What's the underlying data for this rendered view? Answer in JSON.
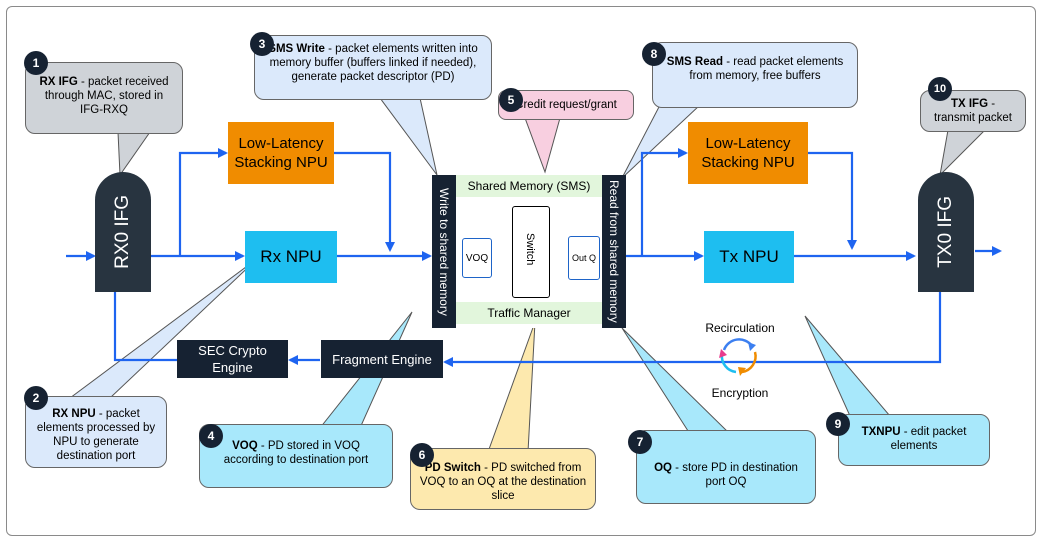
{
  "colors": {
    "arrow": "#1e64f0",
    "orange_block": "#f08c00",
    "cyan_block": "#1ebef0",
    "dark_block": "#162232",
    "ifg_block": "#283440",
    "sms_band": "#e2f6dc",
    "callout_gray": "#cfd3d8",
    "callout_lightblue": "#dbe9fb",
    "callout_pink": "#f8cfe0",
    "callout_yellow": "#fde9ae",
    "callout_cyan": "#a8e8fb"
  },
  "blocks": {
    "rx_ifg": "RX0 IFG",
    "tx_ifg": "TX0 IFG",
    "ll_stacking_left": "Low-Latency Stacking NPU",
    "ll_stacking_right": "Low-Latency Stacking NPU",
    "rx_npu": "Rx NPU",
    "tx_npu": "Tx NPU",
    "sec_crypto": "SEC Crypto Engine",
    "fragment": "Fragment Engine",
    "write_shared": "Write to shared memory",
    "read_shared": "Read from shared memory",
    "sms": "Shared Memory (SMS)",
    "traffic_manager": "Traffic Manager",
    "voq": "VOQ",
    "switch": "Switch",
    "outq": "Out Q",
    "recirculation": "Recirculation",
    "encryption": "Encryption"
  },
  "callouts": [
    {
      "num": "1",
      "bold": "RX IFG",
      "text": " - packet received through MAC, stored in IFG-RXQ"
    },
    {
      "num": "2",
      "bold": "RX NPU",
      "text": " - packet elements processed by NPU to generate destination port"
    },
    {
      "num": "3",
      "bold": "SMS Write",
      "text": " - packet elements written into memory buffer (buffers linked if needed), generate packet descriptor (PD)"
    },
    {
      "num": "4",
      "bold": "VOQ",
      "text": " - PD stored in VOQ according to destination port"
    },
    {
      "num": "5",
      "bold": "",
      "text": "Credit request/grant"
    },
    {
      "num": "6",
      "bold": "PD Switch",
      "text": " - PD switched from VOQ to an OQ at the destination slice"
    },
    {
      "num": "7",
      "bold": "OQ",
      "text": " -  store PD in destination port OQ"
    },
    {
      "num": "8",
      "bold": "SMS Read",
      "text": " - read packet elements from memory, free buffers"
    },
    {
      "num": "9",
      "bold": "TXNPU",
      "text": " - edit packet elements"
    },
    {
      "num": "10",
      "bold": "TX IFG",
      "text": " - transmit packet"
    }
  ]
}
